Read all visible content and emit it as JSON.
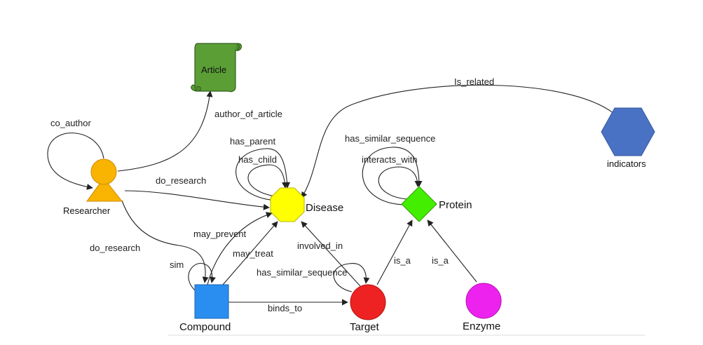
{
  "nodes": {
    "article": {
      "label": "Article",
      "shape": "scroll",
      "color": "#5a9e35"
    },
    "researcher": {
      "label": "Researcher",
      "shape": "person",
      "color": "#f8b400"
    },
    "disease": {
      "label": "Disease",
      "shape": "octagon",
      "color": "#ffff00"
    },
    "protein": {
      "label": "Protein",
      "shape": "diamond",
      "color": "#44ee00"
    },
    "indicators": {
      "label": "indicators",
      "shape": "hexagon",
      "color": "#4a72c4"
    },
    "compound": {
      "label": "Compound",
      "shape": "square",
      "color": "#2a8ef0"
    },
    "target": {
      "label": "Target",
      "shape": "circle",
      "color": "#ee2222"
    },
    "enzyme": {
      "label": "Enzyme",
      "shape": "circle",
      "color": "#ee22ee"
    }
  },
  "edges": {
    "co_author": "co_author",
    "author_of_article": "author_of_article",
    "is_related": "Is_related",
    "has_parent": "has_parent",
    "has_child": "has_child",
    "do_research_disease": "do_research",
    "do_research_compound": "do_research",
    "has_similar_sequence_protein": "has_similar_sequence",
    "interacts_with": "interacts_with",
    "may_prevent": "may_prevent",
    "may_treat": "may_treat",
    "involved_in": "involved_in",
    "sim": "sim",
    "has_similar_sequence_target": "has_similar_sequence",
    "is_a_target": "is_a",
    "is_a_enzyme": "is_a",
    "binds_to": "binds_to"
  }
}
